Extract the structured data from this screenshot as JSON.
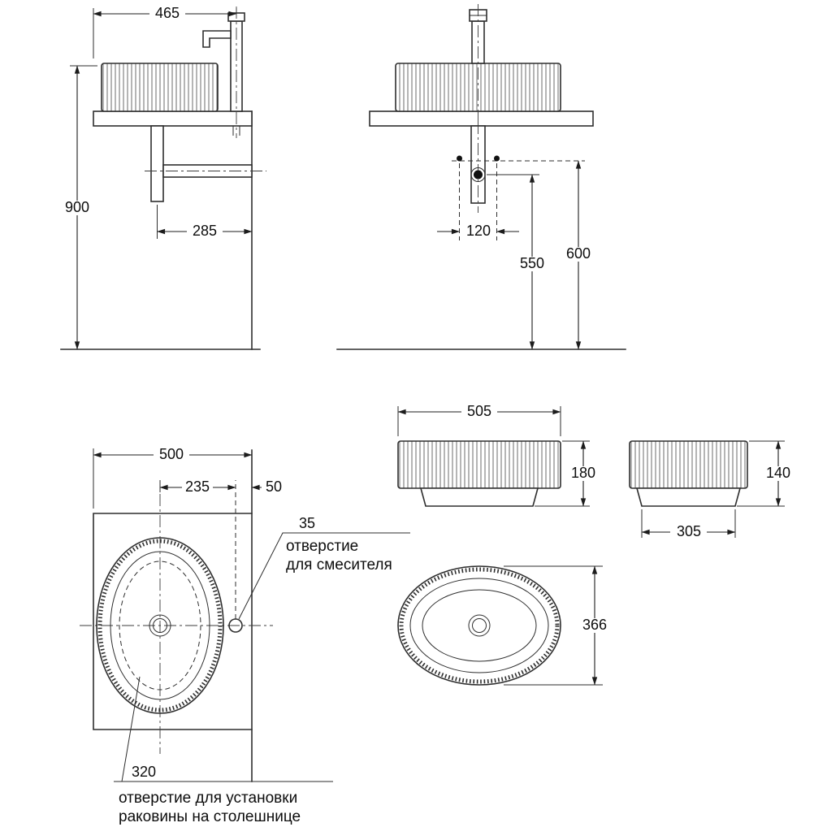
{
  "drawing": {
    "side_view": {
      "width_465": "465",
      "height_900": "900",
      "offset_285": "285"
    },
    "front_view": {
      "spacing_120": "120",
      "height_550": "550",
      "height_600": "600"
    },
    "plan_view": {
      "width_500": "500",
      "offset_235": "235",
      "offset_50": "50",
      "hole_dia_35": "35",
      "hole_note_line1": "отверстие",
      "hole_note_line2": "для смесителя",
      "cutout_320": "320",
      "cutout_note_line1": "отверстие для установки",
      "cutout_note_line2": "раковины на столешнице"
    },
    "basin_front": {
      "width_505": "505",
      "height_180": "180"
    },
    "basin_side": {
      "width_305": "305",
      "height_140": "140"
    },
    "basin_plan": {
      "depth_366": "366"
    }
  }
}
